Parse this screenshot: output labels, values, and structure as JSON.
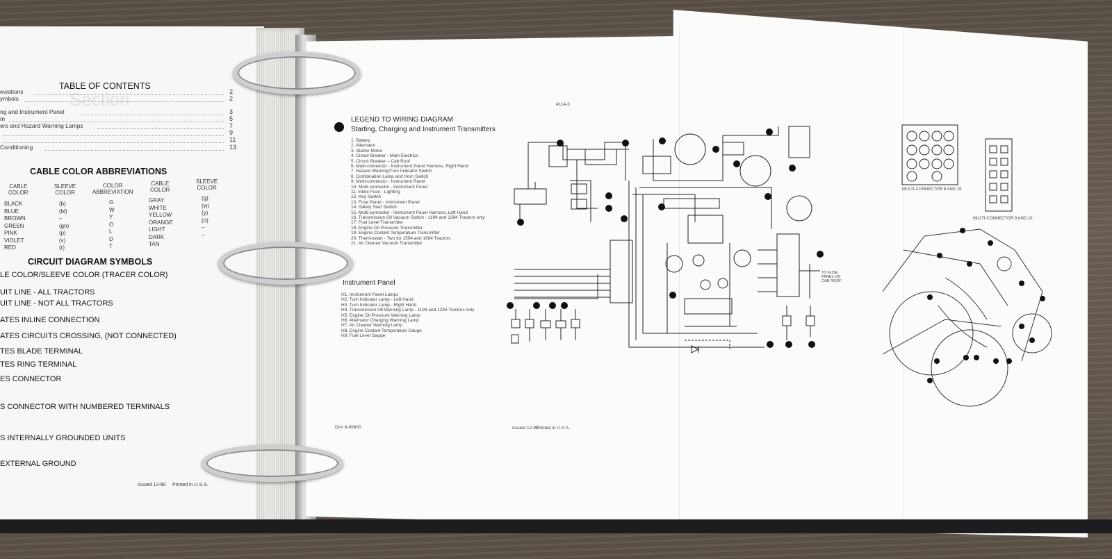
{
  "toc": {
    "section_word": "Section",
    "title": "TABLE OF CONTENTS",
    "entries": [
      {
        "label": "eviations",
        "page": "2"
      },
      {
        "label": "ymbols",
        "page": "2"
      },
      {
        "label": "ng and Instrument Panel",
        "page": "3"
      },
      {
        "label": "m",
        "page": "5"
      },
      {
        "label": "ers and Hazard Warning Lamps",
        "page": "7"
      },
      {
        "label": "",
        "page": "9"
      },
      {
        "label": "",
        "page": "11"
      },
      {
        "label": "Conditioning",
        "page": "13"
      }
    ]
  },
  "cable_colors": {
    "heading": "CABLE COLOR ABBREVIATIONS",
    "col_cable": "CABLE\nCOLOR",
    "col_sleeve": "SLEEVE\nCOLOR",
    "col_abbr": "COLOR\nABBREVIATION",
    "col_cable2": "CABLE\nCOLOR",
    "col_sleeve2": "SLEEVE\nCOLOR",
    "rows_left": [
      {
        "color": "BLACK",
        "sleeve": "(b)",
        "abbr": "G"
      },
      {
        "color": "BLUE",
        "sleeve": "(bl)",
        "abbr": "W"
      },
      {
        "color": "BROWN",
        "sleeve": "–",
        "abbr": "Y"
      },
      {
        "color": "GREEN",
        "sleeve": "(gn)",
        "abbr": "O"
      },
      {
        "color": "PINK",
        "sleeve": "(p)",
        "abbr": "L"
      },
      {
        "color": "VIOLET",
        "sleeve": "(v)",
        "abbr": "D"
      },
      {
        "color": "RED",
        "sleeve": "(r)",
        "abbr": "T"
      }
    ],
    "rows_right": [
      {
        "color": "GRAY",
        "sleeve": "(g)"
      },
      {
        "color": "WHITE",
        "sleeve": "(w)"
      },
      {
        "color": "YELLOW",
        "sleeve": "(y)"
      },
      {
        "color": "ORANGE",
        "sleeve": "(o)"
      },
      {
        "color": "LIGHT",
        "sleeve": "–"
      },
      {
        "color": "DARK",
        "sleeve": "–"
      },
      {
        "color": "TAN",
        "sleeve": ""
      }
    ]
  },
  "symbols": {
    "heading": "CIRCUIT DIAGRAM SYMBOLS",
    "items": [
      "LE COLOR/SLEEVE COLOR (TRACER COLOR)",
      "UIT LINE - ALL TRACTORS",
      "UIT LINE - NOT ALL TRACTORS",
      "ATES INLINE CONNECTION",
      "ATES CIRCUITS CROSSING, (NOT CONNECTED)",
      "TES BLADE TERMINAL",
      "TES RING TERMINAL",
      "ES CONNECTOR",
      "S CONNECTOR WITH NUMBERED TERMINALS",
      "S INTERNALLY GROUNDED UNITS",
      "EXTERNAL GROUND"
    ]
  },
  "left_footer": {
    "issued": "Issued 12-90",
    "printed": "Printed in U.S.A."
  },
  "legend": {
    "title": "LEGEND TO WIRING DIAGRAM",
    "subtitle": "Starting, Charging and Instrument Transmitters",
    "items": [
      "1.  Battery",
      "2.  Alternator",
      "3.  Starter Motor",
      "4.  Circuit Breaker - Main Electrics",
      "5.  Circuit Breaker – Cab Roof",
      "6.  Multi-connector - Instrument Panel Harness, Right Hand",
      "7.  Hazard Warning/Turn Indicator Switch",
      "8.  Combination Lamp and Horn Switch",
      "9.  Multi-connector - Instrument Panel",
      "10. Multi-connector - Instrument Panel",
      "11. Inline Fuse - Lighting",
      "12. Key Switch",
      "13. Fuse Panel - Instrument Panel",
      "14. Safety Start Switch",
      "15. Multi-connector - Instrument Panel Harness, Left Hand",
      "16. Transmission Oil Vacuum Switch - 1194 and 1294 Tractors only",
      "17. Fuel Level Transmitter",
      "18. Engine Oil Pressure Transmitter",
      "19. Engine Coolant Temperature Transmitter",
      "20. Thermostart - Two for 1594 and 1694 Tractors",
      "21. Air Cleaner Vacuum Transmitter"
    ],
    "panel_title": "Instrument Panel",
    "panel_items": [
      "H1. Instrument Panel Lamps",
      "H2. Turn Indicator Lamp - Left Hand",
      "H3. Turn Indicator Lamp - Right Hand",
      "H4. Transmission Oil Warning Lamp - 1194 and 1294 Tractors only",
      "H5. Engine Oil Pressure Warning Lamp",
      "H6. Alternator Charging Warning Lamp",
      "H7. Air Cleaner Warning Lamp",
      "H8. Engine Coolant Temperature Gauge",
      "H9. Fuel Level Gauge"
    ],
    "doc_code": "Don 8-85800"
  },
  "diagram": {
    "page_code": "4114-3",
    "footer_issued": "Issued 12-90",
    "footer_printed": "Printed in U.S.A.",
    "fuse_note": "TO FUSE\nPANEL ON\nCAB ROOF"
  },
  "connectors": {
    "label_a": "MULTI-CONNECTOR 6 AND 15",
    "label_b": "MULTI-CONNECTOR 9 AND 10"
  }
}
